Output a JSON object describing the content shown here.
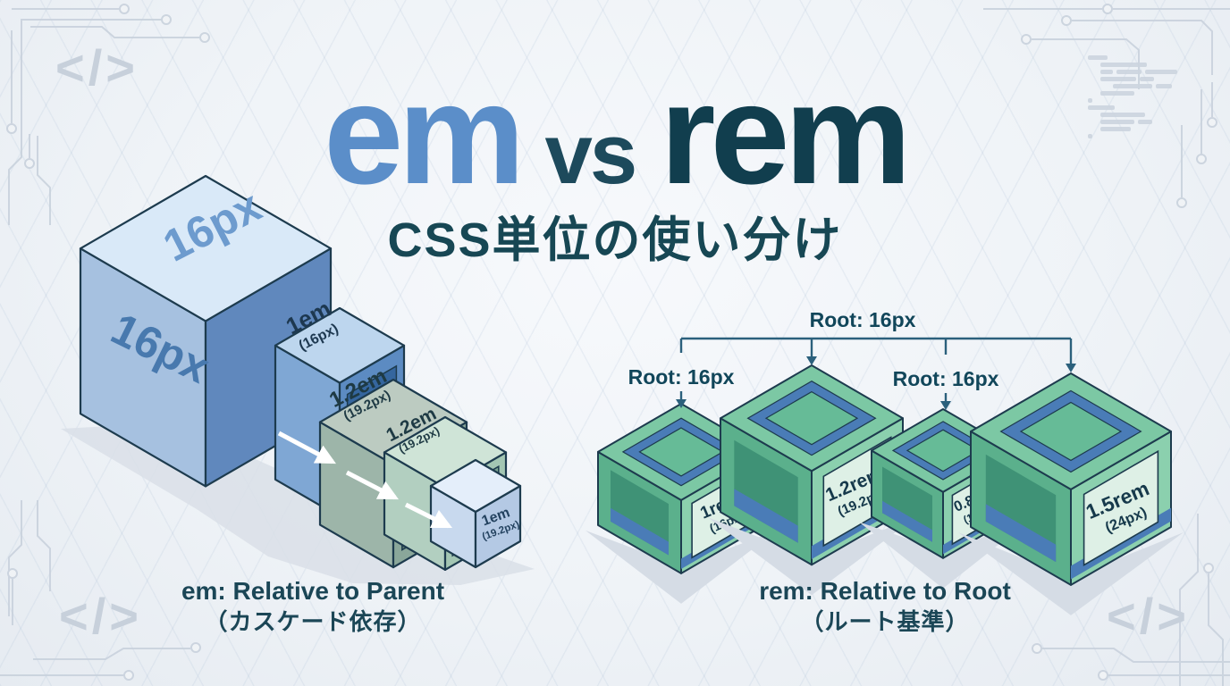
{
  "title": {
    "em": "em",
    "vs": "vs",
    "rem": "rem",
    "subtitle": "CSS単位の使い分け"
  },
  "em_diagram": {
    "root_top_label": "16px",
    "root_side_label": "16px",
    "boxes": [
      {
        "label": "1em",
        "px": "(16px)"
      },
      {
        "label": "1.2em",
        "px": "(19.2px)"
      },
      {
        "label": "1.2em",
        "px": "(19.2px)"
      },
      {
        "label": "1em",
        "px": "(19.2px)"
      }
    ],
    "caption_en": "em: Relative to Parent",
    "caption_ja": "（カスケード依存）"
  },
  "rem_diagram": {
    "root_labels": {
      "top": "Root: 16px",
      "left": "Root: 16px",
      "mid": "Root: 16px"
    },
    "boxes": [
      {
        "label": "1rem",
        "px": "(16px)"
      },
      {
        "label": "1.2rem",
        "px": "(19.2px)"
      },
      {
        "label": "0.8rem",
        "px": "(12.8px)"
      },
      {
        "label": "1.5rem",
        "px": "(24px)"
      }
    ],
    "caption_en": "rem: Relative to Root",
    "caption_ja": "（ルート基準）"
  },
  "decor": {
    "code_icon": "</>"
  },
  "colors": {
    "em_blue": "#5b8ec9",
    "dark_teal": "#113e4e",
    "crate_green": "#7cc8a4",
    "rim_blue": "#4a7cb7",
    "cube_blue": "#a6c1e0"
  }
}
